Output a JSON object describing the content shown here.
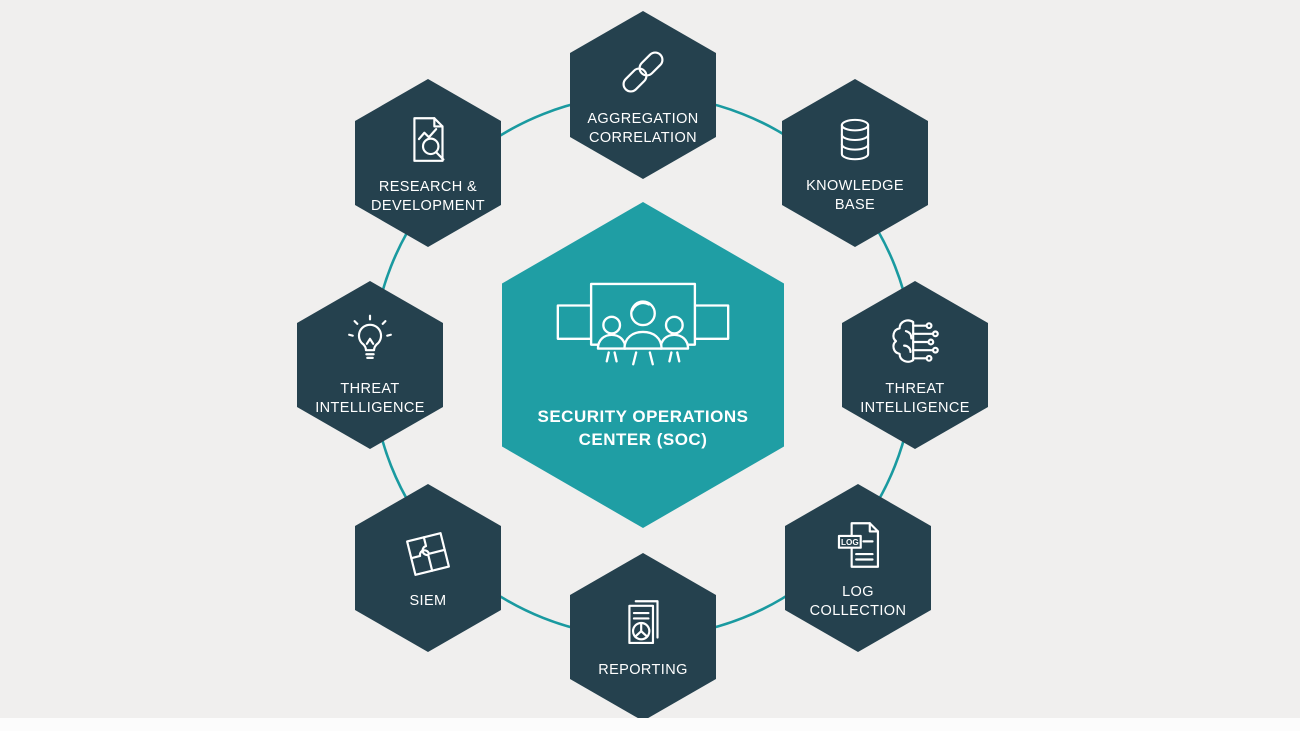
{
  "title": "Security Operations Center (SOC) hexagon diagram",
  "colors": {
    "background": "#f0efee",
    "hex_dark": "#25414e",
    "hex_teal": "#1f9ea4",
    "ring": "#1a9aa0",
    "text": "#ffffff"
  },
  "center": {
    "label": "SECURITY OPERATIONS\nCENTER (SOC)",
    "icon": "soc-team-monitor-icon"
  },
  "nodes": [
    {
      "id": "aggregation-correlation",
      "label": "AGGREGATION\nCORRELATION",
      "icon": "chain-link-icon",
      "position": "top"
    },
    {
      "id": "knowledge-base",
      "label": "KNOWLEDGE\nBASE",
      "icon": "database-icon",
      "position": "top-right"
    },
    {
      "id": "threat-intelligence-right",
      "label": "THREAT\nINTELLIGENCE",
      "icon": "ai-brain-circuit-icon",
      "position": "right"
    },
    {
      "id": "log-collection",
      "label": "LOG\nCOLLECTION",
      "icon": "log-document-icon",
      "icon_text": "LOG",
      "position": "bottom-right"
    },
    {
      "id": "reporting",
      "label": "REPORTING",
      "icon": "report-pie-document-icon",
      "position": "bottom"
    },
    {
      "id": "siem",
      "label": "SIEM",
      "icon": "puzzle-pieces-icon",
      "position": "bottom-left"
    },
    {
      "id": "threat-intelligence-left",
      "label": "THREAT\nINTELLIGENCE",
      "icon": "lightbulb-idea-icon",
      "position": "left"
    },
    {
      "id": "research-development",
      "label": "RESEARCH &\nDEVELOPMENT",
      "icon": "document-search-icon",
      "position": "top-left"
    }
  ]
}
